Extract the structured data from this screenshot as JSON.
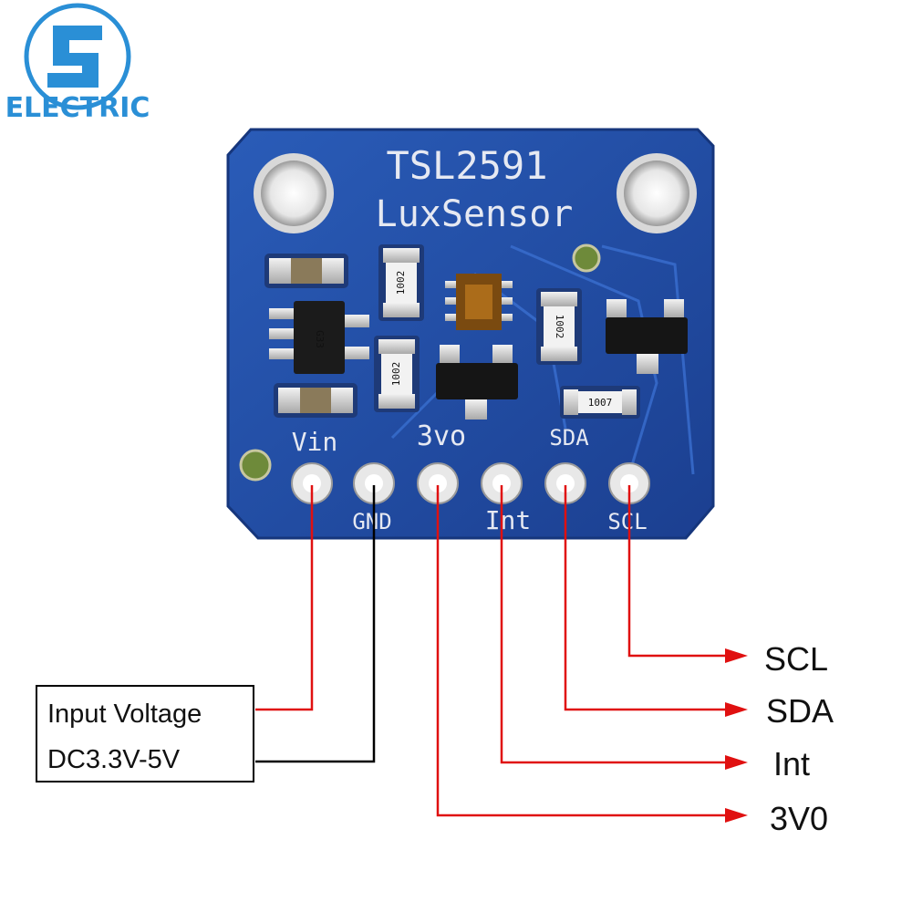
{
  "logo": {
    "text": "ELECTRIC",
    "color": "#2a8fd6"
  },
  "board": {
    "title": "TSL2591",
    "subtitle": "LuxSensor",
    "color": "#1f4fa8",
    "pins_top": [
      "Vin",
      "3vo",
      "SDA"
    ],
    "pins_bottom": [
      "GND",
      "Int",
      "SCL"
    ],
    "chip_markings": {
      "resistor": "1002",
      "resistor_small": "1007",
      "regulator": "G33"
    }
  },
  "power_box": {
    "line1": "Input Voltage",
    "line2": "DC3.3V-5V"
  },
  "outputs": [
    "SCL",
    "SDA",
    "Int",
    "3V0"
  ],
  "colors": {
    "wire_power": "#e01010",
    "wire_ground": "#000000",
    "arrow": "#e01010"
  }
}
